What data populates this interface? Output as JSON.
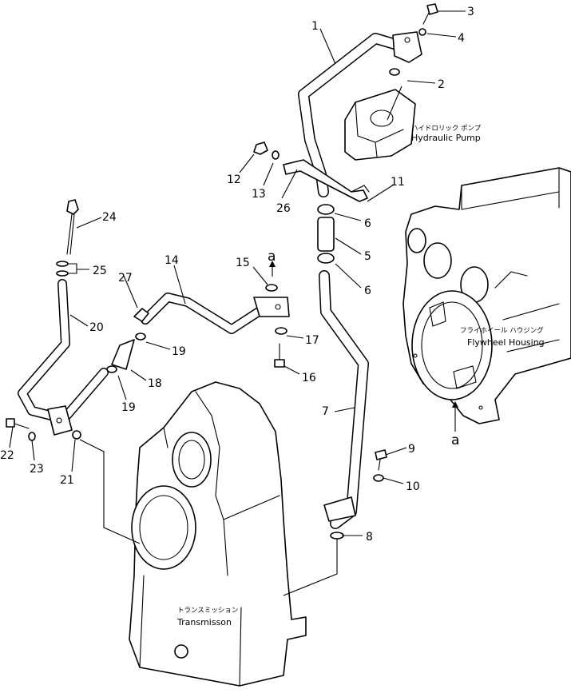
{
  "component_labels": {
    "hydraulic_pump_jp": "ハイドロリック ポンプ",
    "hydraulic_pump_en": "Hydraulic Pump",
    "flywheel_housing_jp": "フライホイール ハウジング",
    "flywheel_housing_en": "Flywheel Housing",
    "transmission_jp": "トランスミッション",
    "transmission_en": "Transmisson"
  },
  "ref_arrows": {
    "upper": "a",
    "lower": "a"
  },
  "callouts": {
    "p1": "1",
    "p2": "2",
    "p3": "3",
    "p4": "4",
    "p5": "5",
    "p6a": "6",
    "p6b": "6",
    "p7": "7",
    "p8": "8",
    "p9": "9",
    "p10": "10",
    "p11": "11",
    "p12": "12",
    "p13": "13",
    "p14": "14",
    "p15": "15",
    "p16": "16",
    "p17": "17",
    "p18": "18",
    "p19a": "19",
    "p19b": "19",
    "p20": "20",
    "p21": "21",
    "p22": "22",
    "p23": "23",
    "p24": "24",
    "p25": "25",
    "p26": "26",
    "p27": "27"
  }
}
